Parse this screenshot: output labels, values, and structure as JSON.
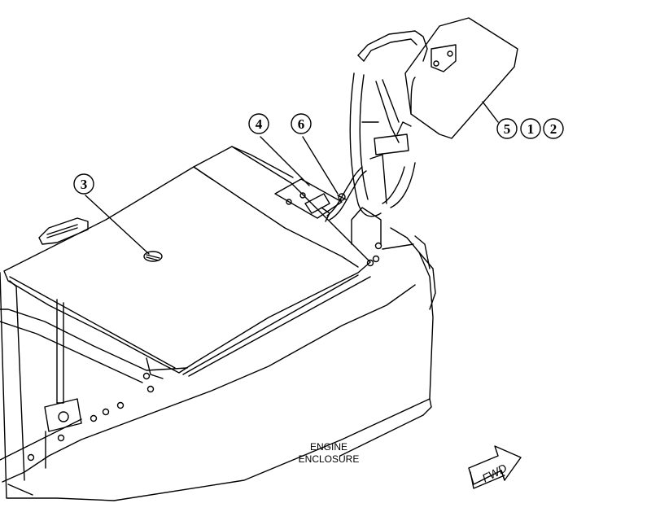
{
  "callouts": {
    "c3": "3",
    "c4": "4",
    "c6": "6",
    "c5": "5",
    "c1": "1",
    "c2": "2"
  },
  "labels": {
    "engine_line1": "ENGINE",
    "engine_line2": "ENCLOSURE",
    "fwd": "FWD"
  },
  "colors": {
    "line": "#000000",
    "background": "#ffffff"
  }
}
